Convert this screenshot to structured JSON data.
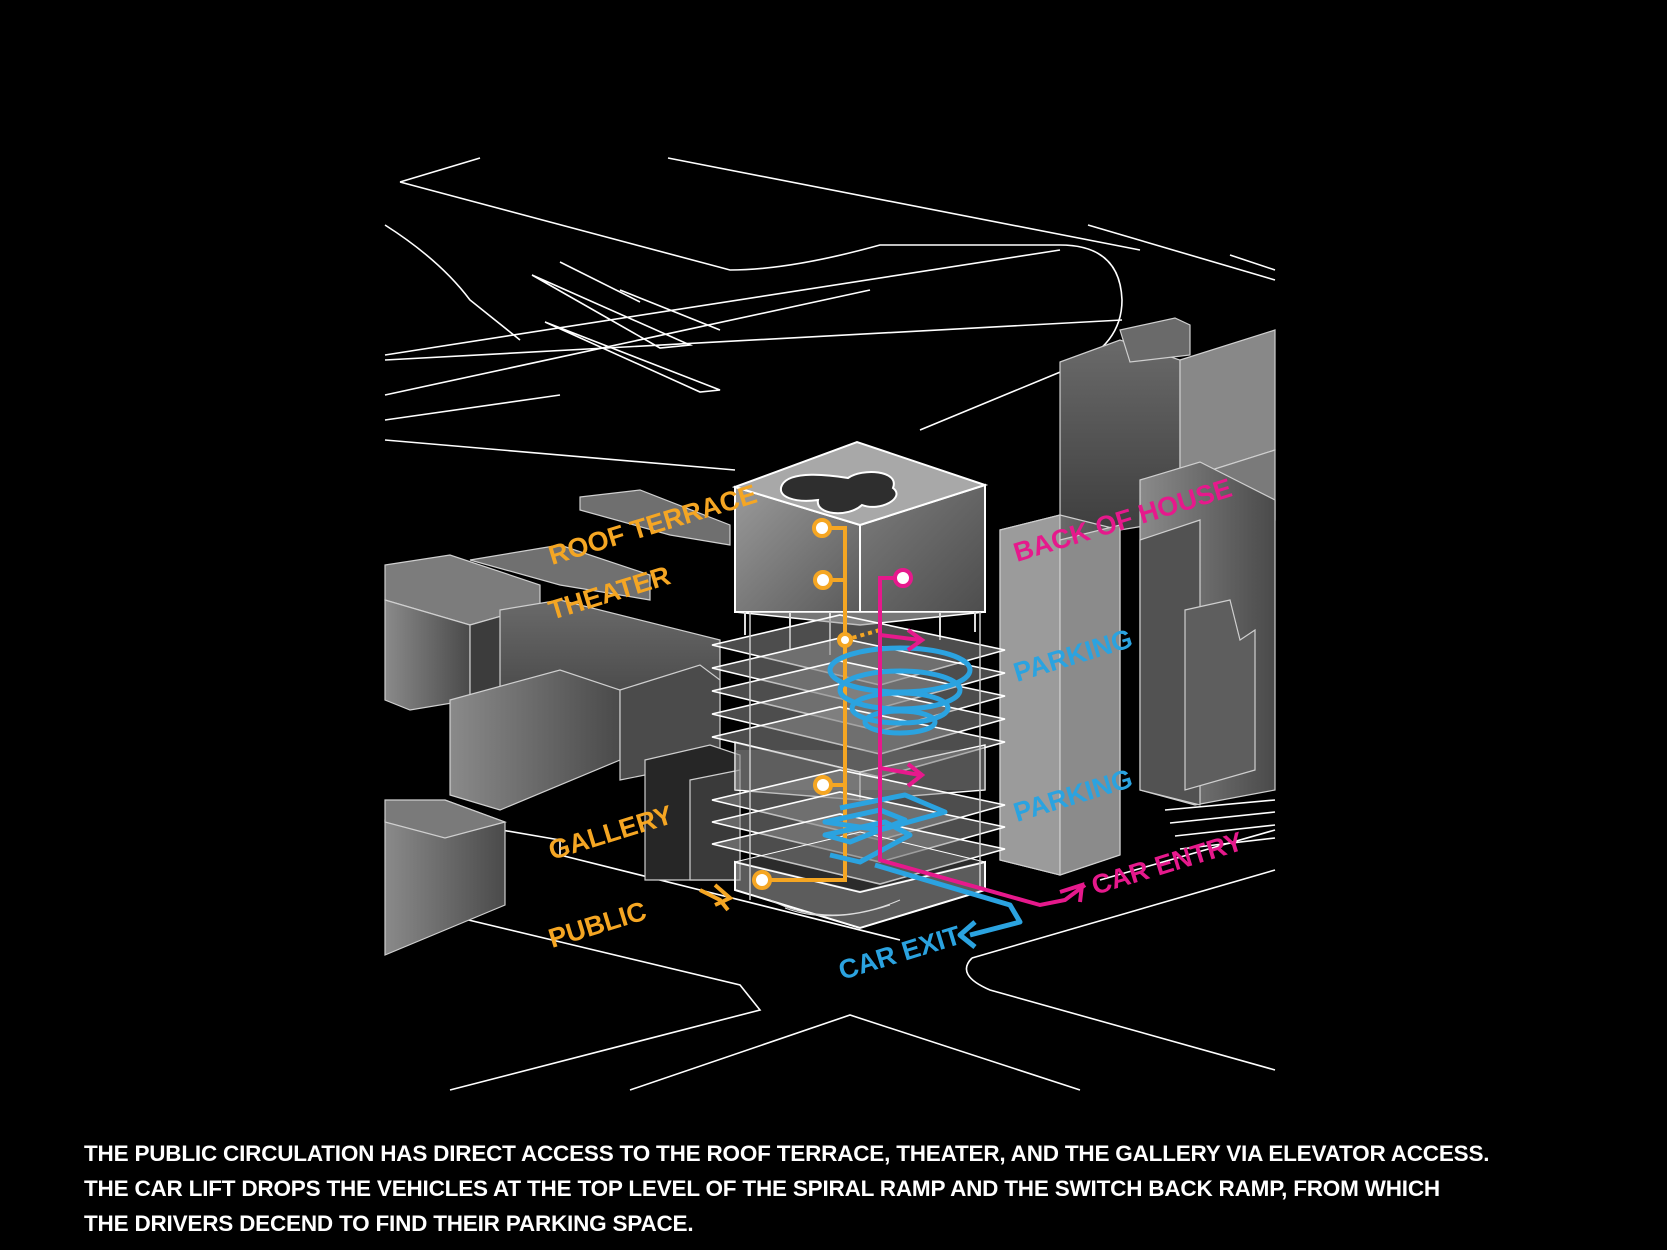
{
  "labels": {
    "roof_terrace": "ROOF TERRACE",
    "theater": "THEATER",
    "gallery": "GALLERY",
    "public": "PUBLIC",
    "back_of_house": "BACK OF HOUSE",
    "parking_upper": "PARKING",
    "parking_lower": "PARKING",
    "car_entry": "CAR ENTRY",
    "car_exit": "CAR EXIT"
  },
  "caption": {
    "line1": "THE PUBLIC CIRCULATION HAS DIRECT ACCESS TO THE ROOF TERRACE, THEATER, AND THE GALLERY VIA ELEVATOR ACCESS.",
    "line2": "THE CAR LIFT DROPS THE VEHICLES AT THE TOP LEVEL OF THE SPIRAL RAMP AND THE SWITCH BACK RAMP, FROM WHICH",
    "line3": "THE DRIVERS DECEND TO FIND THEIR PARKING SPACE."
  },
  "colors": {
    "background": "#000000",
    "public_circulation": "#F5A623",
    "back_of_house": "#E6198C",
    "car_circulation": "#2BA3E0",
    "linework": "#FFFFFF",
    "caption_text": "#FFFFFF"
  }
}
